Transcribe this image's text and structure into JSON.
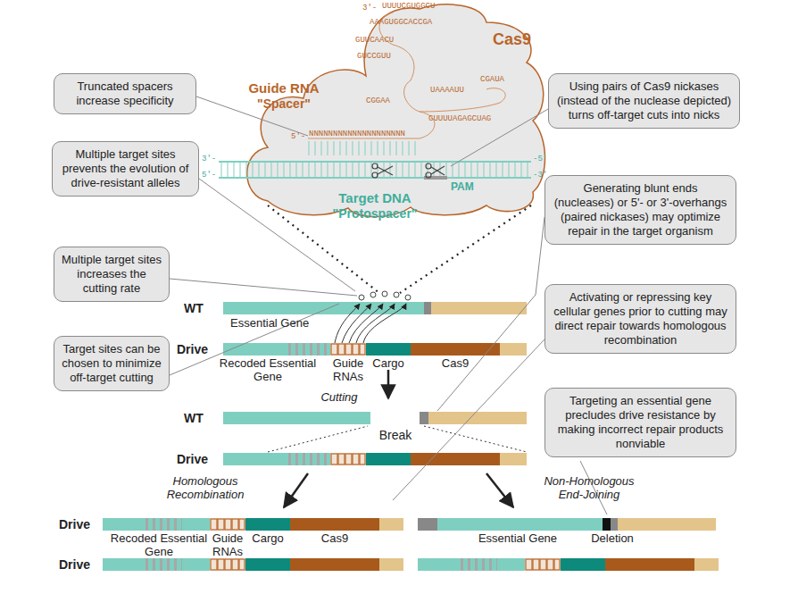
{
  "diagram": {
    "nodes": [
      {
        "text": [
          "Truncated spacers increase specificity"
        ]
      },
      {
        "text": [
          "Multiple target sites prevents the evolution of drive-resistant alleles"
        ]
      },
      {
        "text": [
          "Multiple target sites increases the cutting rate"
        ]
      },
      {
        "text": [
          "Target sites can be chosen to minimize off-target cutting"
        ]
      },
      {
        "text": [
          "Using pairs of Cas9 nickases (instead of the nuclease depicted) turns off-target cuts into nicks"
        ]
      },
      {
        "text": [
          "Generating blunt ends (nucleases) or 5'- or 3'-overhangs (paired nickases) may optimize repair in the target organism"
        ]
      },
      {
        "text": [
          "Activating or repressing key cellular genes prior to cutting may direct repair towards homologous recombination"
        ]
      },
      {
        "text": [
          "Targeting an essential gene precludes drive resistance by making incorrect repair products nonviable"
        ]
      }
    ],
    "labels": [
      "Guide RNA",
      "\"Spacer\"",
      "Cas9",
      "Target DNA",
      "\"Protospacer\"",
      "PAM",
      "3'-",
      "5'-",
      "-5'",
      "-3'",
      "5'-",
      "3'-",
      "UUUUCGUGGCU",
      "AAAGUGGCACCGA",
      "GUUCAACU",
      "GUCCGUU",
      "CGGAA",
      "UAAAAUU",
      "CGAUA",
      "GUUUUAGAGCUAG",
      "NNNNNNNNNNNNNNNNNNNN",
      "WT",
      "Essential Gene",
      "Drive",
      "Recoded Essential Gene",
      "Guide RNAs",
      "Cargo",
      "Cas9",
      "Cutting",
      "WT",
      "Break",
      "Drive",
      "Homologous Recombination",
      "Non-Homologous End-Joining",
      "Drive",
      "Recoded Essential Gene",
      "Guide RNAs",
      "Cargo",
      "Cas9",
      "Drive",
      "Essential Gene",
      "Deletion"
    ]
  }
}
